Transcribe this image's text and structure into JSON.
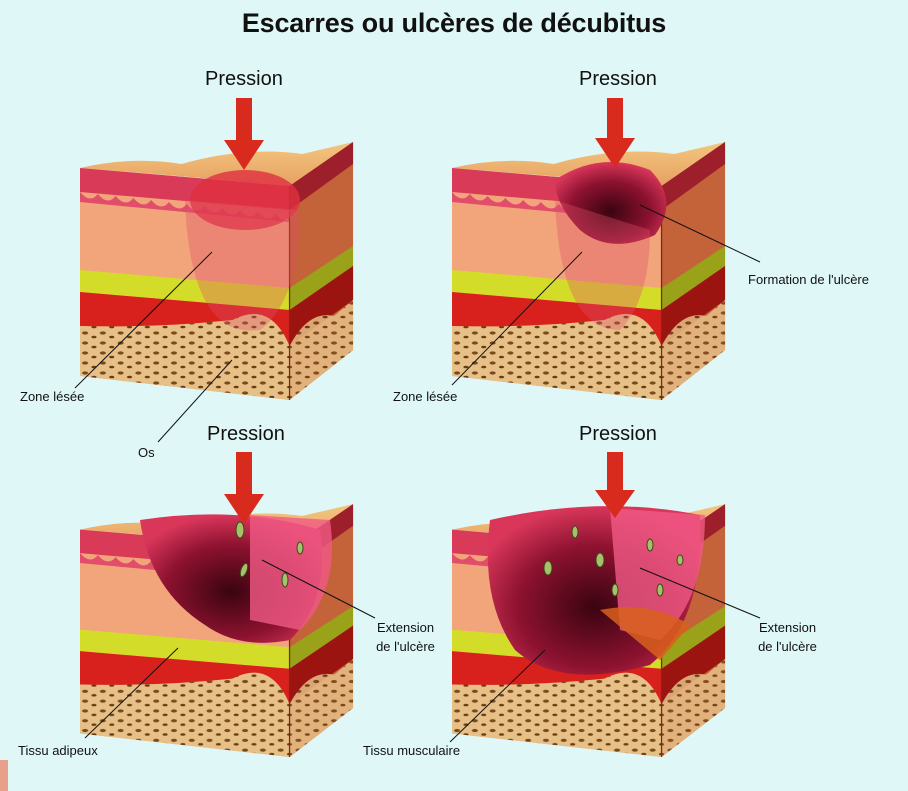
{
  "title": "Escarres ou ulcères de décubitus",
  "panels": [
    {
      "id": "stage1",
      "pressure_label": "Pression",
      "labels": [
        "Zone lésée",
        "Os"
      ]
    },
    {
      "id": "stage2",
      "pressure_label": "Pression",
      "labels": [
        "Formation de l'ulcère",
        "Zone lésée"
      ]
    },
    {
      "id": "stage3",
      "pressure_label": "Pression",
      "labels": [
        "Extension de l'ulcère",
        "Tissu adipeux"
      ]
    },
    {
      "id": "stage4",
      "pressure_label": "Pression",
      "labels": [
        "Extension de l'ulcère",
        "Tissu musculaire"
      ]
    }
  ],
  "colors": {
    "background": "#dff7f7",
    "arrow": "#d92a1e",
    "epidermis": "#d83a58",
    "dermis": "#f2a47a",
    "fat": "#d4dc2a",
    "muscle": "#d8201c",
    "bone": "#e9c48c",
    "ulcer": "#7a0f22"
  }
}
